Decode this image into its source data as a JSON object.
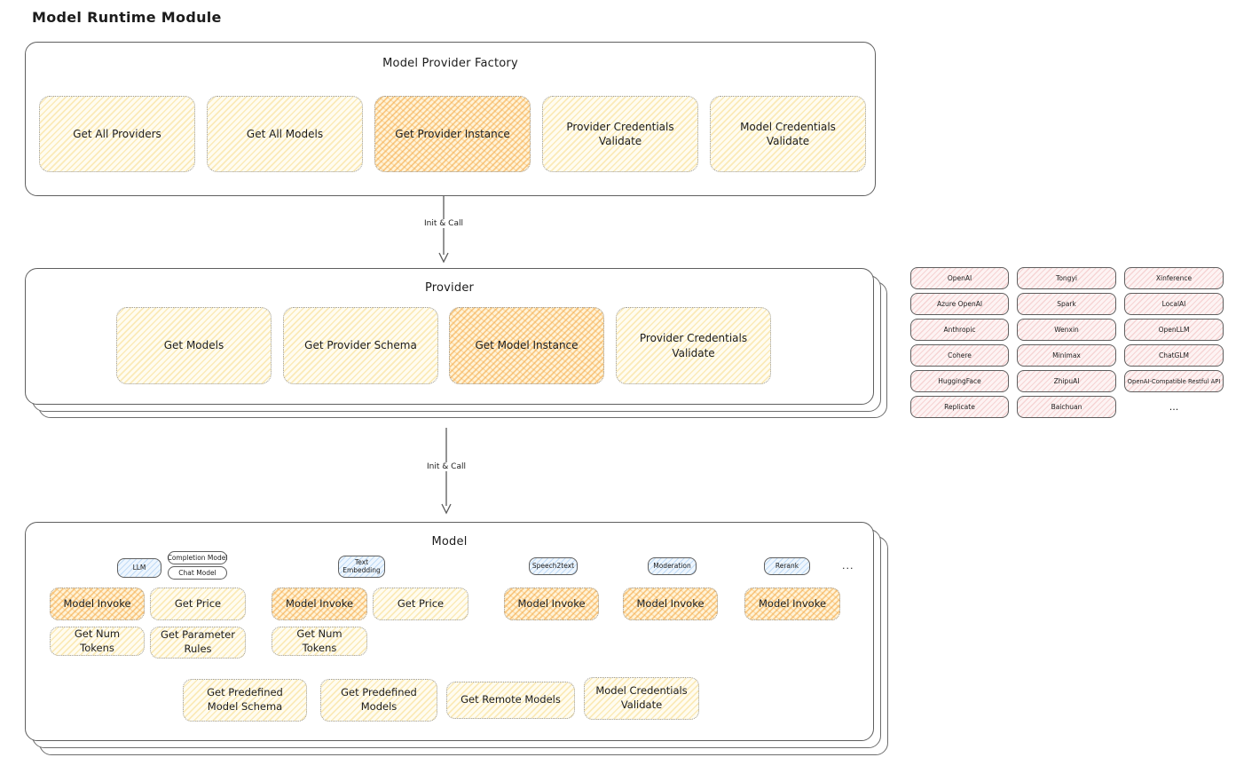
{
  "page": {
    "title": "Model Runtime Module"
  },
  "factory": {
    "title": "Model Provider Factory",
    "buttons": [
      {
        "label": "Get All Providers",
        "highlighted": false
      },
      {
        "label": "Get All Models",
        "highlighted": false
      },
      {
        "label": "Get Provider Instance",
        "highlighted": true
      },
      {
        "label": "Provider Credentials Validate",
        "highlighted": false
      },
      {
        "label": "Model Credentials Validate",
        "highlighted": false
      }
    ]
  },
  "arrows": {
    "factory_to_provider": "Init & Call",
    "provider_to_model": "Init & Call"
  },
  "provider": {
    "title": "Provider",
    "buttons": [
      {
        "label": "Get Models",
        "highlighted": false
      },
      {
        "label": "Get Provider Schema",
        "highlighted": false
      },
      {
        "label": "Get Model Instance",
        "highlighted": true
      },
      {
        "label": "Provider Credentials Validate",
        "highlighted": false
      }
    ]
  },
  "provider_list": {
    "columns": [
      [
        "OpenAI",
        "Azure OpenAI",
        "Anthropic",
        "Cohere",
        "HuggingFace",
        "Replicate"
      ],
      [
        "Tongyi",
        "Spark",
        "Wenxin",
        "Minimax",
        "ZhipuAI",
        "Baichuan"
      ],
      [
        "Xinference",
        "LocalAI",
        "OpenLLM",
        "ChatGLM",
        "OpenAI-Compatible Restful API"
      ]
    ],
    "more_label": "..."
  },
  "model": {
    "title": "Model",
    "groups": [
      {
        "type": "LLM",
        "sub_types": [
          "Completion Model",
          "Chat Model"
        ],
        "buttons": [
          {
            "label": "Model Invoke",
            "highlighted": true
          },
          {
            "label": "Get Price",
            "highlighted": false
          },
          {
            "label": "Get Num Tokens",
            "highlighted": false
          },
          {
            "label": "Get Parameter Rules",
            "highlighted": false
          }
        ]
      },
      {
        "type": "Text Embedding",
        "buttons": [
          {
            "label": "Model Invoke",
            "highlighted": true
          },
          {
            "label": "Get Price",
            "highlighted": false
          },
          {
            "label": "Get Num Tokens",
            "highlighted": false
          }
        ]
      },
      {
        "type": "Speech2text",
        "buttons": [
          {
            "label": "Model Invoke",
            "highlighted": true
          }
        ]
      },
      {
        "type": "Moderation",
        "buttons": [
          {
            "label": "Model Invoke",
            "highlighted": true
          }
        ]
      },
      {
        "type": "Rerank",
        "buttons": [
          {
            "label": "Model Invoke",
            "highlighted": true
          }
        ]
      }
    ],
    "more_label": "...",
    "bottom_buttons": [
      {
        "label": "Get Predefined Model Schema"
      },
      {
        "label": "Get Predefined Models"
      },
      {
        "label": "Get Remote Models"
      },
      {
        "label": "Model Credentials Validate"
      }
    ]
  },
  "colors": {
    "accent_yellow": "#fff8e1",
    "accent_orange": "#ffd78e",
    "accent_blue": "#d8eafc",
    "accent_pink": "#fbe3e3",
    "line": "#5f5f5f"
  }
}
